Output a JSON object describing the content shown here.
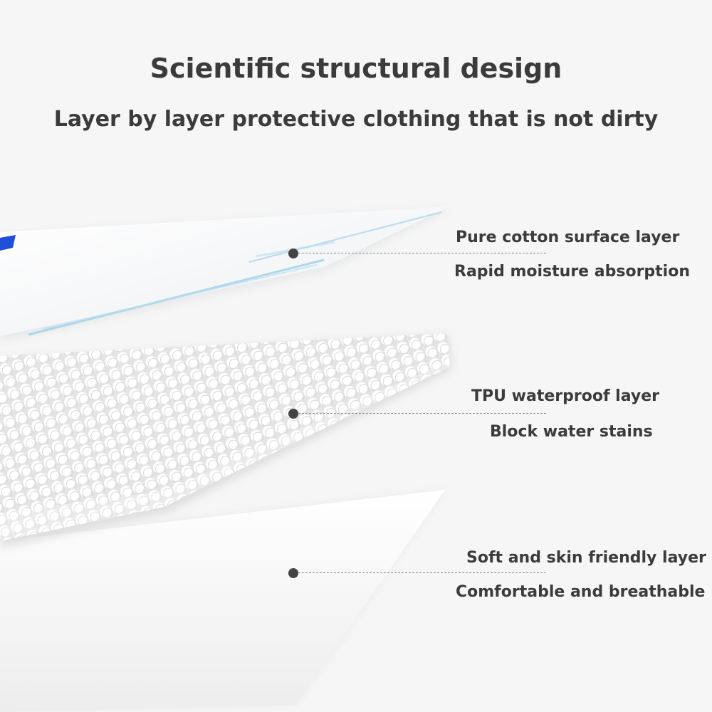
{
  "heading": {
    "title": "Scientific structural design",
    "subtitle": "Layer by layer protective clothing that is not dirty"
  },
  "layers": [
    {
      "name": "Pure cotton surface layer",
      "description": "Rapid moisture absorption"
    },
    {
      "name": "TPU waterproof layer",
      "description": "Block water stains"
    },
    {
      "name": "Soft and skin friendly layer",
      "description": "Comfortable and breathable"
    }
  ],
  "colors": {
    "background": "#f6f6f6",
    "text": "#3b3b3b",
    "accent_blue": "#1f4fd8",
    "line_blue": "#9fd0ea"
  }
}
